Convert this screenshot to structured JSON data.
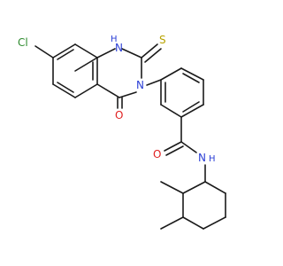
{
  "molecule": {
    "atom_labels": {
      "cl": "Cl",
      "nh_n": "N",
      "nh_h": "H",
      "s": "S",
      "n3": "N",
      "o_ring": "O",
      "o_amide": "O",
      "n_amide": "N",
      "h_amide": "H"
    },
    "colors": {
      "bond": "#1a1a1a",
      "cl": "#2e8b2e",
      "n": "#2b3fd6",
      "o": "#e02020",
      "s": "#b8a300"
    }
  }
}
